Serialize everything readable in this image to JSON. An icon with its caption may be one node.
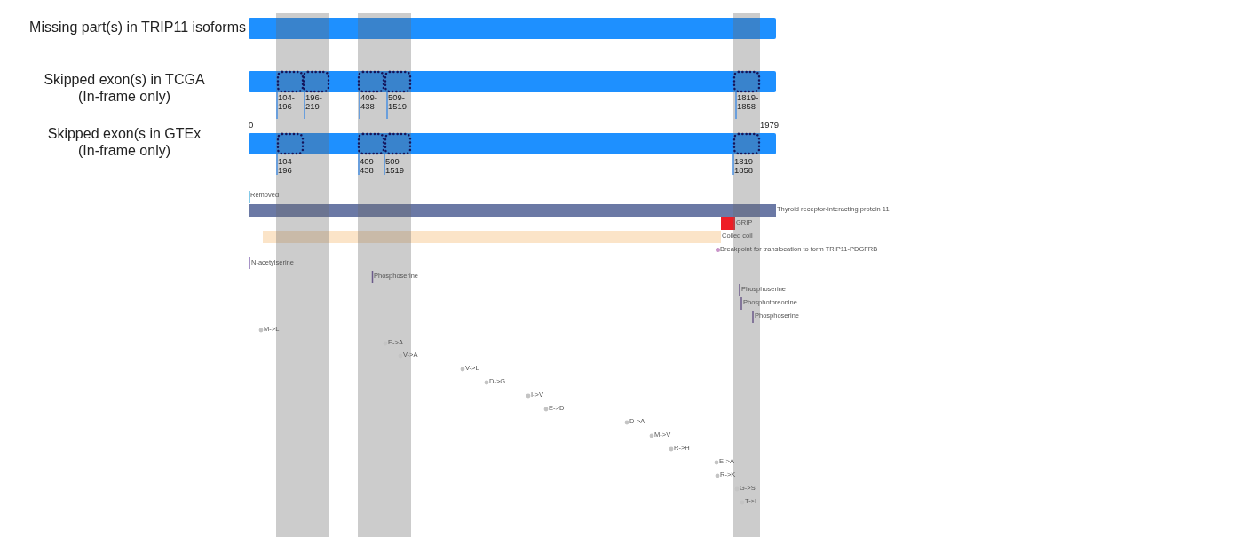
{
  "diagram": {
    "nodes": [
      {
        "text": [],
        "shape": "bar",
        "beside": [
          "Thyroid receptor-interacting protein 11"
        ]
      },
      {
        "text": [],
        "shape": "bar",
        "beside": [
          "GRIP"
        ]
      },
      {
        "text": [],
        "shape": "bar",
        "beside": [
          "Coiled coil"
        ]
      }
    ],
    "labels": [
      "Missing part(s) in TRIP11 isoforms",
      "Skipped exon(s) in TCGA (In-frame only)",
      "104-196",
      "196-219",
      "409-438",
      "509-1519",
      "1819-1858",
      "Skipped exon(s in GTEx (In-frame only)",
      "0",
      "1979",
      "104-196",
      "409-438",
      "509-1519",
      "1819-1858",
      "Removed",
      "Breakpoint for translocation to form TRIP11-PDGFRB",
      "N-acetylserine",
      "Phosphoserine",
      "Phosphoserine",
      "Phosphothreonine",
      "Phosphoserine",
      "M->L",
      "E->A",
      "V->A",
      "V->L",
      "D->G",
      "I->V",
      "E->D",
      "D->A",
      "M->V",
      "R->H",
      "E->A",
      "R->K",
      "G->S",
      "T->I"
    ]
  }
}
